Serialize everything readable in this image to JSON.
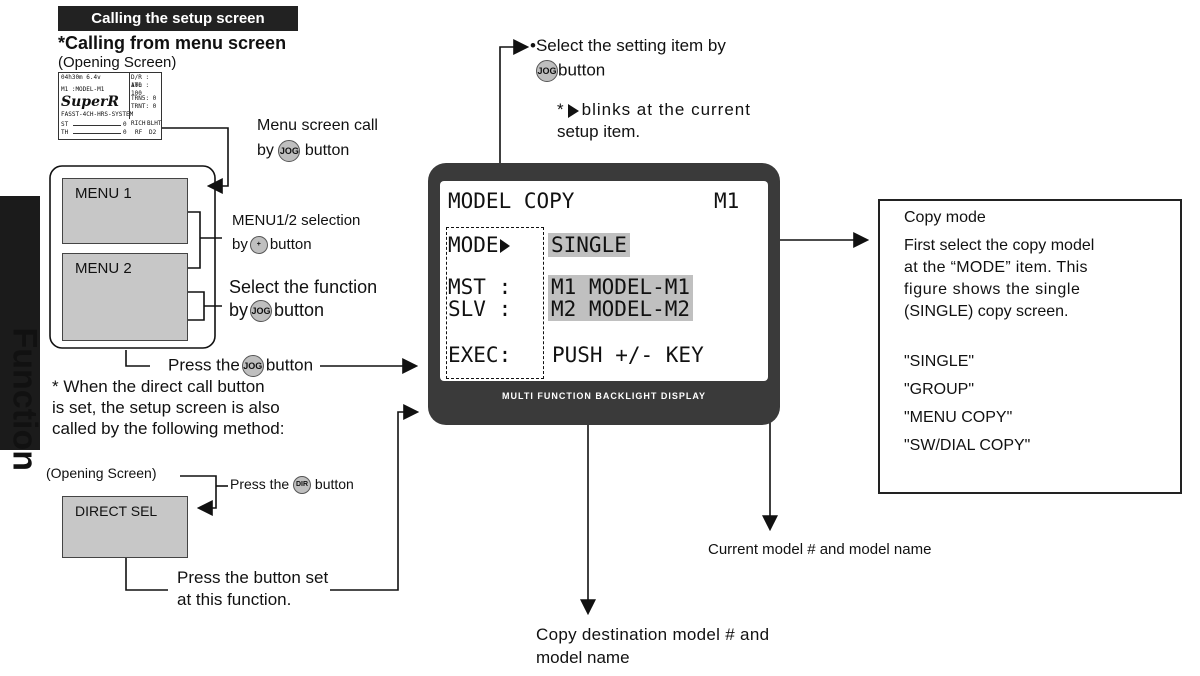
{
  "side_tab": "Function",
  "header": "Calling the setup screen",
  "menu_call": {
    "title": "*Calling from menu screen",
    "opening": "(Opening Screen)",
    "mini_screen": {
      "line1": "04h30m 6.4v",
      "line2": "M1 :MODEL-M1",
      "logo": "SuperR",
      "line3": "FASST-4CH-HRS-SYSTEM",
      "right1": "D/R : 100",
      "right2": "ATL : 100",
      "right3": "TRN5: 0",
      "right4": "TRNT: 0",
      "st": "ST",
      "th": "TH",
      "zero1": "0",
      "zero2": "0",
      "tag1": "RICH",
      "tag2": "BLHT",
      "tag3": "RF",
      "tag4": "D2"
    },
    "menu_call_text": "Menu screen call",
    "by": "by",
    "button_word": "button",
    "menu1": "MENU 1",
    "menu2": "MENU 2",
    "menu_sel": "MENU1/2 selection",
    "select_fn": "Select the function",
    "press_the": "Press the",
    "jog": "JOG",
    "plus": "+"
  },
  "direct": {
    "note1": "* When the direct call button",
    "note2": "is set, the setup screen is also",
    "note3": "called by the following method:",
    "opening": "(Opening Screen)",
    "press_the": "Press the",
    "dir": "DIR",
    "button_word": "button",
    "direct_sel": "DIRECT SEL",
    "press_set1": "Press the button set",
    "press_set2": "at this function."
  },
  "top_notes": {
    "select1": "•Select the setting item by",
    "button_word": "button",
    "blink_star": "*",
    "blink_text": "blinks at the current",
    "blink_text2": "setup item."
  },
  "lcd": {
    "title": "MODEL  COPY",
    "model": "M1",
    "mode_label": "MODE",
    "mode_value": "SINGLE",
    "mst_label": "MST :",
    "mst_value": "M1   MODEL-M1",
    "slv_label": "SLV :",
    "slv_value": "M2   MODEL-M2",
    "exec_label": "EXEC:",
    "exec_value": "PUSH +/- KEY",
    "bezel": "MULTI FUNCTION BACKLIGHT DISPLAY"
  },
  "copy_box": {
    "title": "Copy mode",
    "desc1": "First select the copy model",
    "desc2": "at the “MODE” item. This",
    "desc3": "figure shows the single",
    "desc4": "(SINGLE) copy screen.",
    "opt1": "\"SINGLE\"",
    "opt2": "\"GROUP\"",
    "opt3": "\"MENU COPY\"",
    "opt4": "\"SW/DIAL COPY\""
  },
  "captions": {
    "current": "Current model # and model name",
    "dest1": "Copy destination model # and",
    "dest2": "model name"
  }
}
